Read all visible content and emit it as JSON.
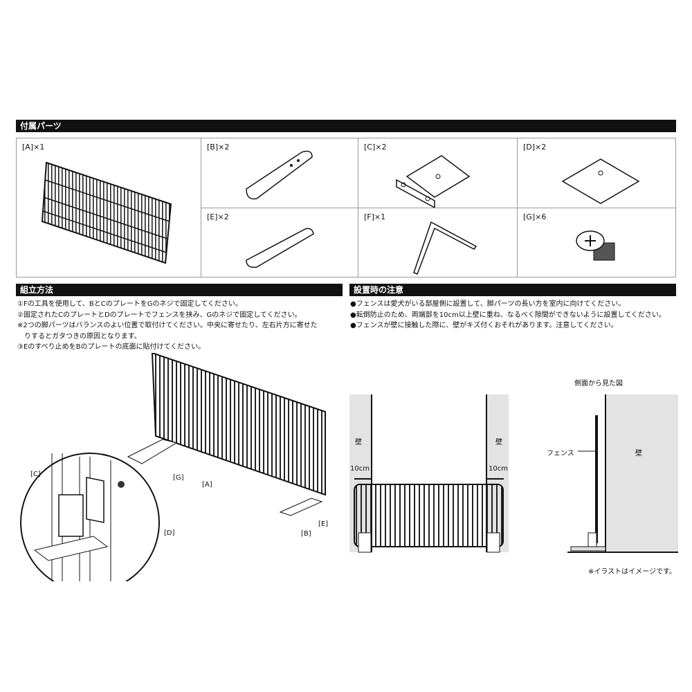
{
  "parts_section": {
    "title": "付属パーツ",
    "parts": [
      {
        "label": "[A]×1"
      },
      {
        "label": "[B]×2"
      },
      {
        "label": "[C]×2"
      },
      {
        "label": "[D]×2"
      },
      {
        "label": "[E]×2"
      },
      {
        "label": "[F]×1"
      },
      {
        "label": "[G]×6"
      }
    ]
  },
  "assembly": {
    "title": "組立方法",
    "lines": [
      "①Fの工具を使用して、BとCのプレートをGのネジで固定してください。",
      "②固定されたCのプレートとDのプレートでフェンスを挟み、Gのネジで固定してください。",
      "※2つの脚パーツはバランスのよい位置で取付けてください。中央に寄せたり、左右片方に寄せた",
      "　りするとガタつきの原因となります。",
      "③Eのすべり止めをBのプレートの底面に貼付けてください。"
    ],
    "callouts": {
      "c": "[C]",
      "g": "[G]",
      "d": "[D]",
      "a": "[A]",
      "e": "[E]",
      "b": "[B]"
    }
  },
  "caution": {
    "title": "設置時の注意",
    "lines": [
      "●フェンスは愛犬がいる部屋側に設置して、脚パーツの長い方を室内に向けてください。",
      "●転倒防止のため、両端部を10cm以上壁に重ね、なるべく隙間ができないように設置してください。",
      "●フェンスが壁に接触した際に、壁がキズ付くおそれがあります。注意してください。"
    ]
  },
  "front_diagram": {
    "wall_left": "壁",
    "wall_right": "壁",
    "overlap_left": "10cm",
    "overlap_right": "10cm"
  },
  "side_diagram": {
    "title": "側面から見た図",
    "fence_label": "フェンス",
    "wall_label": "壁"
  },
  "note": "※イラストはイメージです。"
}
